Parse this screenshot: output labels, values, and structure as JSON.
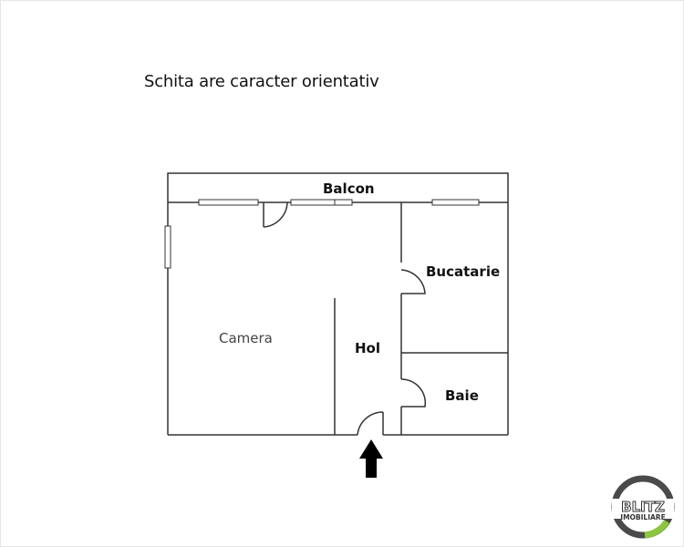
{
  "title": "Schita are caracter orientativ",
  "rooms": {
    "balcon": "Balcon",
    "bucatarie": "Bucatarie",
    "camera": "Camera",
    "hol": "Hol",
    "baie": "Baie"
  },
  "entrance": {
    "icon": "arrow-up-icon",
    "color": "#000000"
  },
  "logo": {
    "line1": "BLITZ",
    "line2": "IMOBILIARE",
    "ring_color": "#4a4a4a",
    "accent_color": "#8cc63f"
  }
}
